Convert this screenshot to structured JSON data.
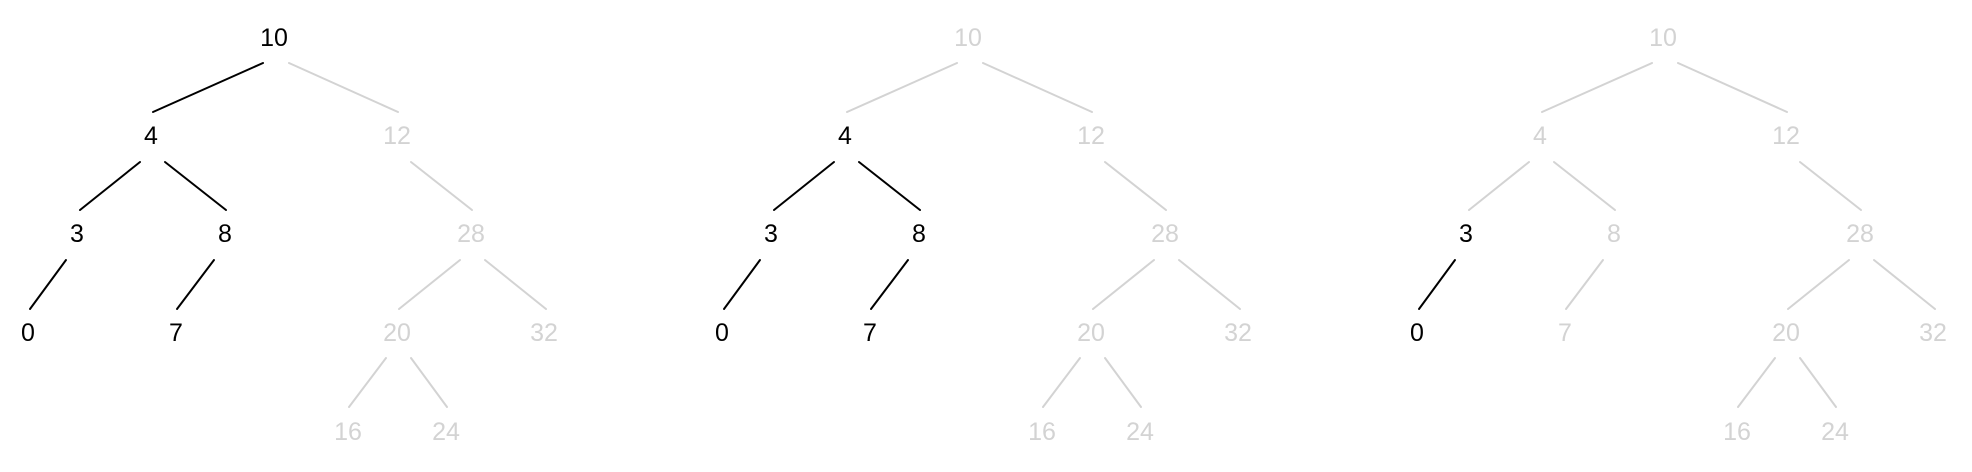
{
  "colors": {
    "active": "#000000",
    "faded": "#d3d3d3",
    "background": "#ffffff"
  },
  "trees": [
    {
      "nodes": [
        {
          "id": "n10",
          "label": "10",
          "active": true
        },
        {
          "id": "n4",
          "label": "4",
          "active": true
        },
        {
          "id": "n12",
          "label": "12",
          "active": false
        },
        {
          "id": "n3",
          "label": "3",
          "active": true
        },
        {
          "id": "n8",
          "label": "8",
          "active": true
        },
        {
          "id": "n28",
          "label": "28",
          "active": false
        },
        {
          "id": "n0",
          "label": "0",
          "active": true
        },
        {
          "id": "n7",
          "label": "7",
          "active": true
        },
        {
          "id": "n20",
          "label": "20",
          "active": false
        },
        {
          "id": "n32",
          "label": "32",
          "active": false
        },
        {
          "id": "n16",
          "label": "16",
          "active": false
        },
        {
          "id": "n24",
          "label": "24",
          "active": false
        }
      ],
      "edges": [
        {
          "from": "n10",
          "to": "n4",
          "active": true
        },
        {
          "from": "n10",
          "to": "n12",
          "active": false
        },
        {
          "from": "n4",
          "to": "n3",
          "active": true
        },
        {
          "from": "n4",
          "to": "n8",
          "active": true
        },
        {
          "from": "n12",
          "to": "n28",
          "active": false
        },
        {
          "from": "n3",
          "to": "n0",
          "active": true
        },
        {
          "from": "n8",
          "to": "n7",
          "active": true
        },
        {
          "from": "n28",
          "to": "n20",
          "active": false
        },
        {
          "from": "n28",
          "to": "n32",
          "active": false
        },
        {
          "from": "n20",
          "to": "n16",
          "active": false
        },
        {
          "from": "n20",
          "to": "n24",
          "active": false
        }
      ]
    },
    {
      "nodes": [
        {
          "id": "n10",
          "label": "10",
          "active": false
        },
        {
          "id": "n4",
          "label": "4",
          "active": true
        },
        {
          "id": "n12",
          "label": "12",
          "active": false
        },
        {
          "id": "n3",
          "label": "3",
          "active": true
        },
        {
          "id": "n8",
          "label": "8",
          "active": true
        },
        {
          "id": "n28",
          "label": "28",
          "active": false
        },
        {
          "id": "n0",
          "label": "0",
          "active": true
        },
        {
          "id": "n7",
          "label": "7",
          "active": true
        },
        {
          "id": "n20",
          "label": "20",
          "active": false
        },
        {
          "id": "n32",
          "label": "32",
          "active": false
        },
        {
          "id": "n16",
          "label": "16",
          "active": false
        },
        {
          "id": "n24",
          "label": "24",
          "active": false
        }
      ],
      "edges": [
        {
          "from": "n10",
          "to": "n4",
          "active": false
        },
        {
          "from": "n10",
          "to": "n12",
          "active": false
        },
        {
          "from": "n4",
          "to": "n3",
          "active": true
        },
        {
          "from": "n4",
          "to": "n8",
          "active": true
        },
        {
          "from": "n12",
          "to": "n28",
          "active": false
        },
        {
          "from": "n3",
          "to": "n0",
          "active": true
        },
        {
          "from": "n8",
          "to": "n7",
          "active": true
        },
        {
          "from": "n28",
          "to": "n20",
          "active": false
        },
        {
          "from": "n28",
          "to": "n32",
          "active": false
        },
        {
          "from": "n20",
          "to": "n16",
          "active": false
        },
        {
          "from": "n20",
          "to": "n24",
          "active": false
        }
      ]
    },
    {
      "nodes": [
        {
          "id": "n10",
          "label": "10",
          "active": false
        },
        {
          "id": "n4",
          "label": "4",
          "active": false
        },
        {
          "id": "n12",
          "label": "12",
          "active": false
        },
        {
          "id": "n3",
          "label": "3",
          "active": true
        },
        {
          "id": "n8",
          "label": "8",
          "active": false
        },
        {
          "id": "n28",
          "label": "28",
          "active": false
        },
        {
          "id": "n0",
          "label": "0",
          "active": true
        },
        {
          "id": "n7",
          "label": "7",
          "active": false
        },
        {
          "id": "n20",
          "label": "20",
          "active": false
        },
        {
          "id": "n32",
          "label": "32",
          "active": false
        },
        {
          "id": "n16",
          "label": "16",
          "active": false
        },
        {
          "id": "n24",
          "label": "24",
          "active": false
        }
      ],
      "edges": [
        {
          "from": "n10",
          "to": "n4",
          "active": false
        },
        {
          "from": "n10",
          "to": "n12",
          "active": false
        },
        {
          "from": "n4",
          "to": "n3",
          "active": false
        },
        {
          "from": "n4",
          "to": "n8",
          "active": false
        },
        {
          "from": "n12",
          "to": "n28",
          "active": false
        },
        {
          "from": "n3",
          "to": "n0",
          "active": true
        },
        {
          "from": "n8",
          "to": "n7",
          "active": false
        },
        {
          "from": "n28",
          "to": "n20",
          "active": false
        },
        {
          "from": "n28",
          "to": "n32",
          "active": false
        },
        {
          "from": "n20",
          "to": "n16",
          "active": false
        },
        {
          "from": "n20",
          "to": "n24",
          "active": false
        }
      ]
    }
  ]
}
